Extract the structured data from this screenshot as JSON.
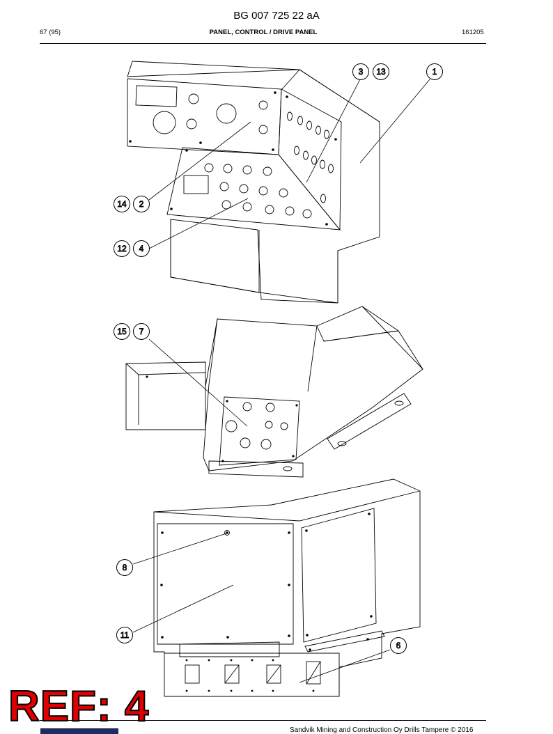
{
  "header": {
    "doc_title": "BG 007 725 22 aA",
    "page": "67 (95)",
    "section_title": "PANEL, CONTROL / DRIVE PANEL",
    "date_code": "161205"
  },
  "callouts": {
    "c3": "3",
    "c13": "13",
    "c1": "1",
    "c14": "14",
    "c2": "2",
    "c12": "12",
    "c4": "4",
    "c15": "15",
    "c7": "7",
    "c8": "8",
    "c11": "11",
    "c6": "6"
  },
  "footer": {
    "copyright": "Sandvik Mining and Construction Oy Drills Tampere © 2016"
  },
  "stamp": {
    "text": "REF: 4",
    "color": "#e00000"
  }
}
